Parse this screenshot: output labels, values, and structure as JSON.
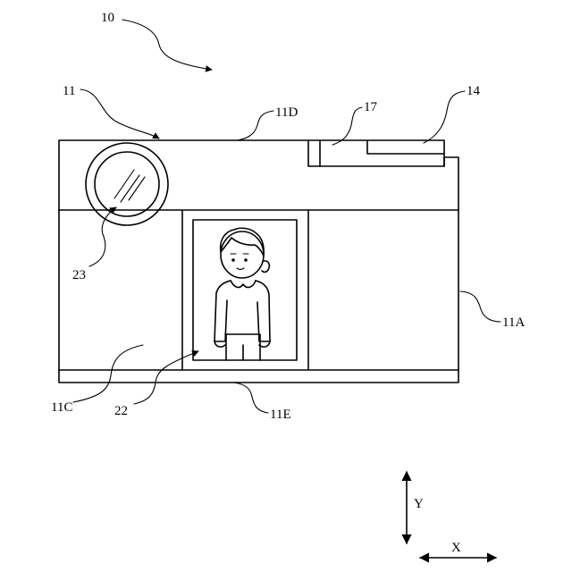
{
  "labels": {
    "device": "10",
    "housing": "11",
    "top_face": "11D",
    "member_17": "17",
    "member_14": "14",
    "lens_23": "23",
    "side_face": "11A",
    "front_face": "11C",
    "display_22": "22",
    "bottom_face": "11E"
  },
  "axes": {
    "y": "Y",
    "x": "X"
  }
}
